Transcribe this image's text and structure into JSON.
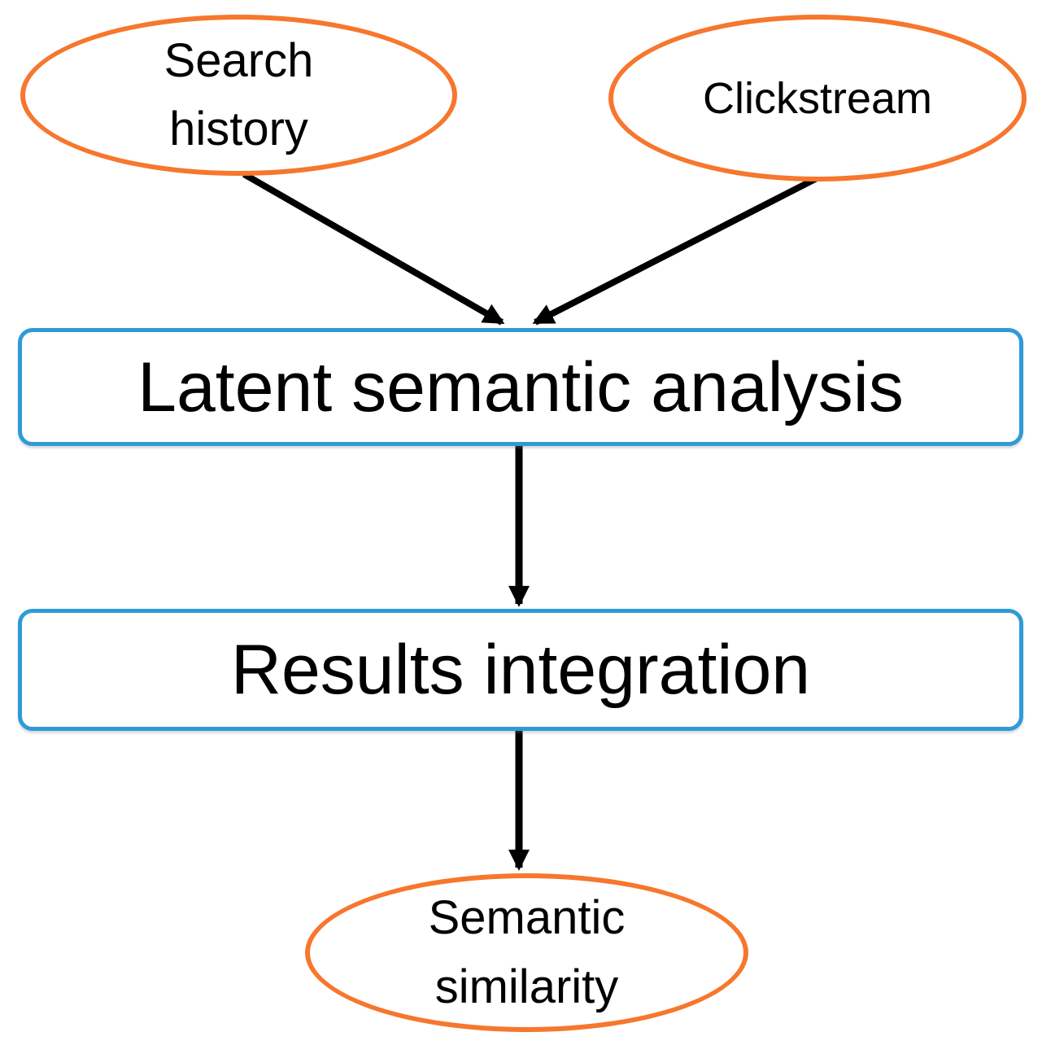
{
  "diagram": {
    "nodes": {
      "search_history": {
        "line1": "Search",
        "line2": "history",
        "shape": "ellipse"
      },
      "clickstream": {
        "label": "Clickstream",
        "shape": "ellipse"
      },
      "latent_semantic_analysis": {
        "label": "Latent semantic analysis",
        "shape": "rounded-rectangle"
      },
      "results_integration": {
        "label": "Results integration",
        "shape": "rounded-rectangle"
      },
      "semantic_similarity": {
        "line1": "Semantic",
        "line2": "similarity",
        "shape": "ellipse"
      }
    },
    "edges": [
      {
        "from": "search_history",
        "to": "latent_semantic_analysis",
        "style": "arrow"
      },
      {
        "from": "clickstream",
        "to": "latent_semantic_analysis",
        "style": "arrow"
      },
      {
        "from": "latent_semantic_analysis",
        "to": "results_integration",
        "style": "arrow"
      },
      {
        "from": "results_integration",
        "to": "semantic_similarity",
        "style": "arrow"
      }
    ],
    "colors": {
      "ellipse_border": "#F6772D",
      "box_border": "#2E9BD8",
      "arrow": "#000000",
      "text": "#000000",
      "background": "#FFFFFF"
    }
  }
}
